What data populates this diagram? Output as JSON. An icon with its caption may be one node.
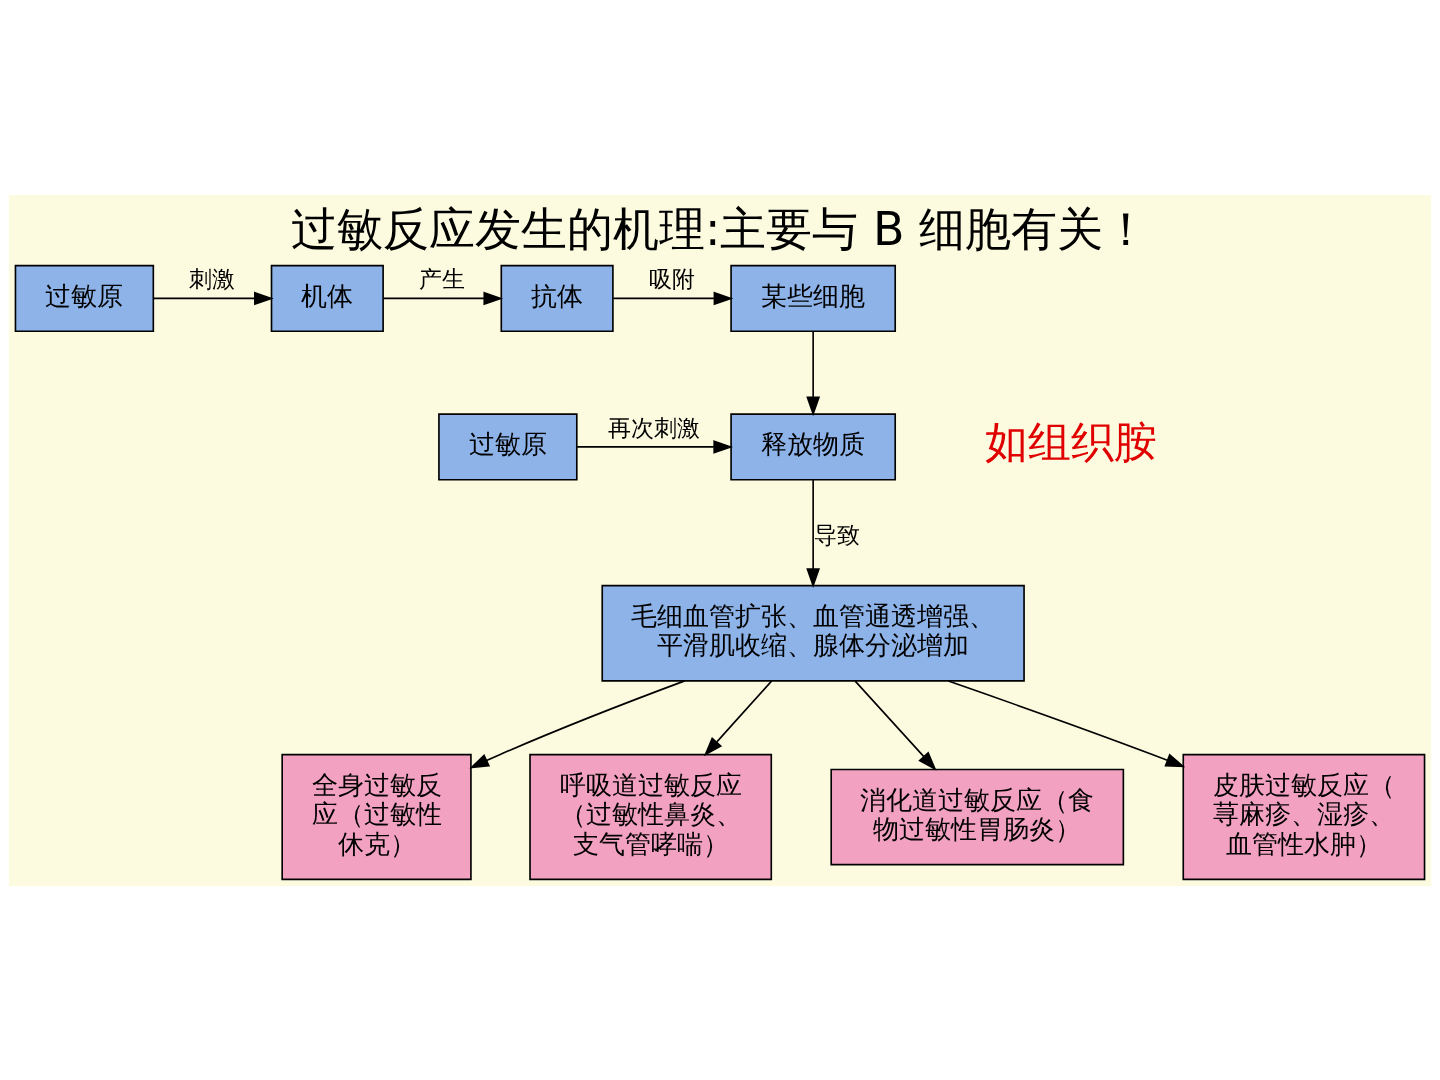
{
  "diagram": {
    "title": "过敏反应发生的机理:主要与 B 细胞有关！",
    "nodes": [
      {
        "text": [
          "过敏原"
        ]
      },
      {
        "text": [
          "机体"
        ]
      },
      {
        "text": [
          "抗体"
        ]
      },
      {
        "text": [
          "某些细胞"
        ]
      },
      {
        "text": [
          "过敏原"
        ]
      },
      {
        "text": [
          "释放物质"
        ]
      },
      {
        "text": [
          "毛细血管扩张、血管通透增强、平滑肌收缩、腺体分泌增加"
        ]
      },
      {
        "text": [
          "全身过敏反应（过敏性休克）"
        ]
      },
      {
        "text": [
          "呼吸道过敏反应（过敏性鼻炎、支气管哮喘）"
        ]
      },
      {
        "text": [
          "消化道过敏反应（食物过敏性胃肠炎）"
        ]
      },
      {
        "text": [
          "皮肤过敏反应（荨麻疹、湿疹、血管性水肿）"
        ]
      }
    ],
    "edges": [
      {
        "from": 0,
        "to": 1,
        "arrow": "to",
        "label": "刺激"
      },
      {
        "from": 1,
        "to": 2,
        "arrow": "to",
        "label": "产生"
      },
      {
        "from": 2,
        "to": 3,
        "arrow": "to",
        "label": "吸附"
      },
      {
        "from": 3,
        "to": 5,
        "arrow": "to"
      },
      {
        "from": 4,
        "to": 5,
        "arrow": "to",
        "label": "再次刺激"
      },
      {
        "from": 5,
        "to": 6,
        "arrow": "to",
        "label": "导致"
      },
      {
        "from": 6,
        "to": 7,
        "arrow": "to"
      },
      {
        "from": 6,
        "to": 8,
        "arrow": "to"
      },
      {
        "from": 6,
        "to": 9,
        "arrow": "to"
      },
      {
        "from": 6,
        "to": 10,
        "arrow": "to"
      }
    ],
    "labels": [
      "如组织胺"
    ]
  }
}
